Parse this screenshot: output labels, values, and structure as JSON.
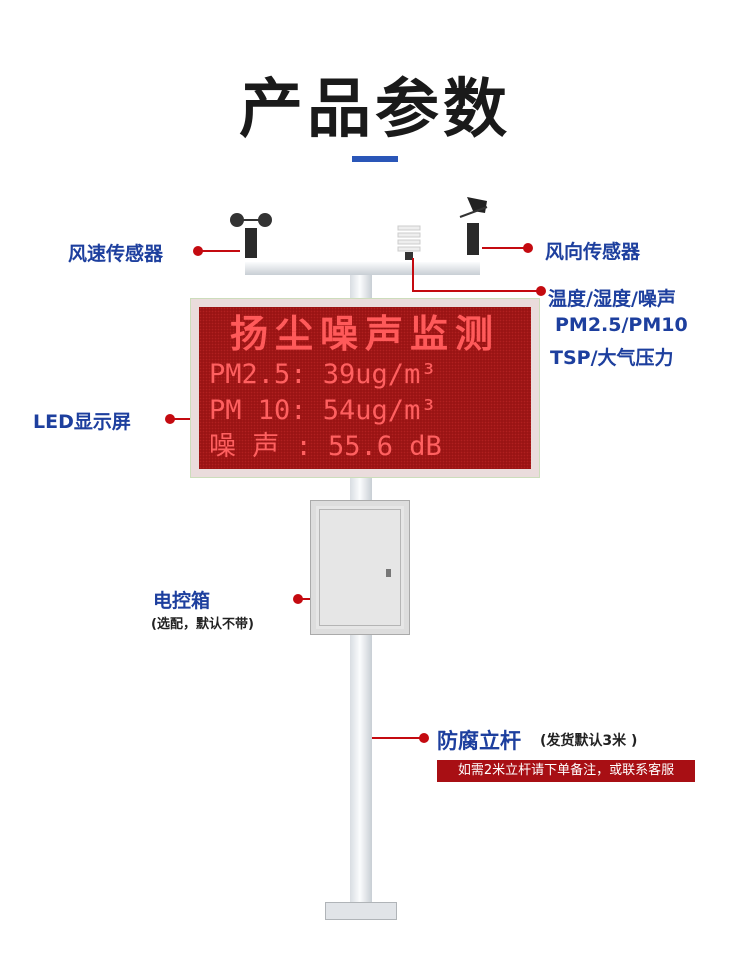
{
  "title": "产品参数",
  "led": {
    "headline": "扬尘噪声监测",
    "rows": [
      "PM2.5: 39ug/m³",
      "PM 10: 54ug/m³",
      "噪 声 : 55.6 dB"
    ]
  },
  "labels": {
    "wind_speed": "风速传感器",
    "wind_direction": "风向传感器",
    "env_sensors": [
      "温度/湿度/噪声",
      "PM2.5/PM10",
      "TSP/大气压力"
    ],
    "led_display": "LED显示屏",
    "control_box": "电控箱",
    "control_box_note": "(选配，默认不带)",
    "pole": "防腐立杆",
    "pole_note": "(发货默认3米 )",
    "pole_banner": "如需2米立杆请下单备注，或联系客服"
  }
}
